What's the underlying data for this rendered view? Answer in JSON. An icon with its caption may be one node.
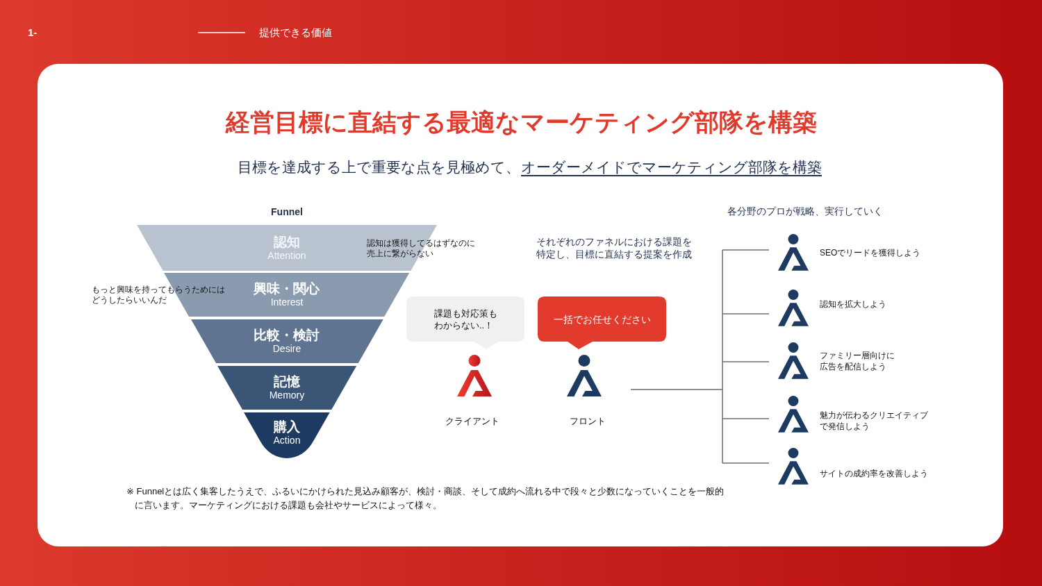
{
  "diagram": {
    "title": "経営目標に直結する最適なマーケティング部隊を構築",
    "nodes": [
      {
        "text": [
          "認知",
          "Attention",
          "認知は獲得してるはずなのに売上に繋がらない"
        ]
      },
      {
        "text": [
          "興味・関心",
          "Interest"
        ],
        "beside": [
          "もっと興味を持ってもらうためにはどうしたらいいんだ"
        ]
      },
      {
        "text": [
          "比較・検討",
          "Desire"
        ]
      },
      {
        "text": [
          "記憶",
          "Memory"
        ]
      },
      {
        "text": [
          "購入",
          "Action"
        ]
      },
      {
        "text": [
          "課題も対応策もわからない..！"
        ]
      },
      {
        "text": [
          "一括でお任せください"
        ]
      },
      {
        "text": [
          "クライアント"
        ]
      },
      {
        "text": [
          "フロント"
        ]
      },
      {
        "text": [
          "SEOでリードを獲得しよう"
        ]
      },
      {
        "text": [
          "認知を拡大しよう"
        ]
      },
      {
        "text": [
          "ファミリー層向けに広告を配信しよう"
        ]
      },
      {
        "text": [
          "魅力が伝わるクリエイティブで発信しよう"
        ]
      },
      {
        "text": [
          "サイトの成約率を改善しよう"
        ]
      }
    ],
    "edges": [
      {
        "from": 8,
        "to": 9,
        "arrow": "none"
      },
      {
        "from": 8,
        "to": 10,
        "arrow": "none"
      },
      {
        "from": 8,
        "to": 11,
        "arrow": "none"
      },
      {
        "from": 8,
        "to": 12,
        "arrow": "none"
      },
      {
        "from": 8,
        "to": 13,
        "arrow": "none"
      }
    ],
    "labels": [
      "1-",
      "提供できる価値",
      "目標を達成する上で重要な点を見極めて、",
      "オーダーメイドでマーケティング部隊を構築",
      "Funnel",
      "それぞれのファネルにおける課題を特定し、目標に直結する提案を作成",
      "各分野のプロが戦略、実行していく"
    ],
    "caption": "※ Funnelとは広く集客したうえで、ふるいにかけられた見込み顧客が、検討・商談、そして成約へ流れる中で段々と少数になっていくことを一般的に言います。マーケティングにおける課題も会社やサービスによって様々。"
  }
}
